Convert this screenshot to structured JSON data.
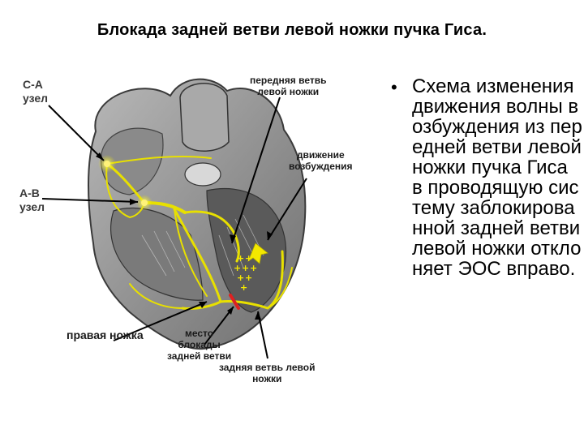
{
  "title": "Блокада задней ветви левой ножки пучка Гиса.",
  "labels": {
    "sa_node": [
      "С-А",
      "узел"
    ],
    "av_node": [
      "А-В",
      "узел"
    ],
    "anterior_branch": [
      "передняя ветвь",
      "левой ножки"
    ],
    "excitation_motion": [
      "движение",
      "возбуждения"
    ],
    "right_bundle": "правая ножка",
    "block_site": [
      "место",
      "блокады",
      "задней ветви"
    ],
    "posterior_branch": [
      "задняя ветвь левой",
      "ножки"
    ]
  },
  "bullet_text": "Схема изменения движения волны возбуждения из передней ветви левой ножки пучка Гиса в проводящую систему заблокированной задней ветви левой ножки отклоняет ЭОС вправо.",
  "colors": {
    "conduction": "#e8e000",
    "block_mark": "#e02020",
    "heart_tissue": "#9a9a9a"
  }
}
